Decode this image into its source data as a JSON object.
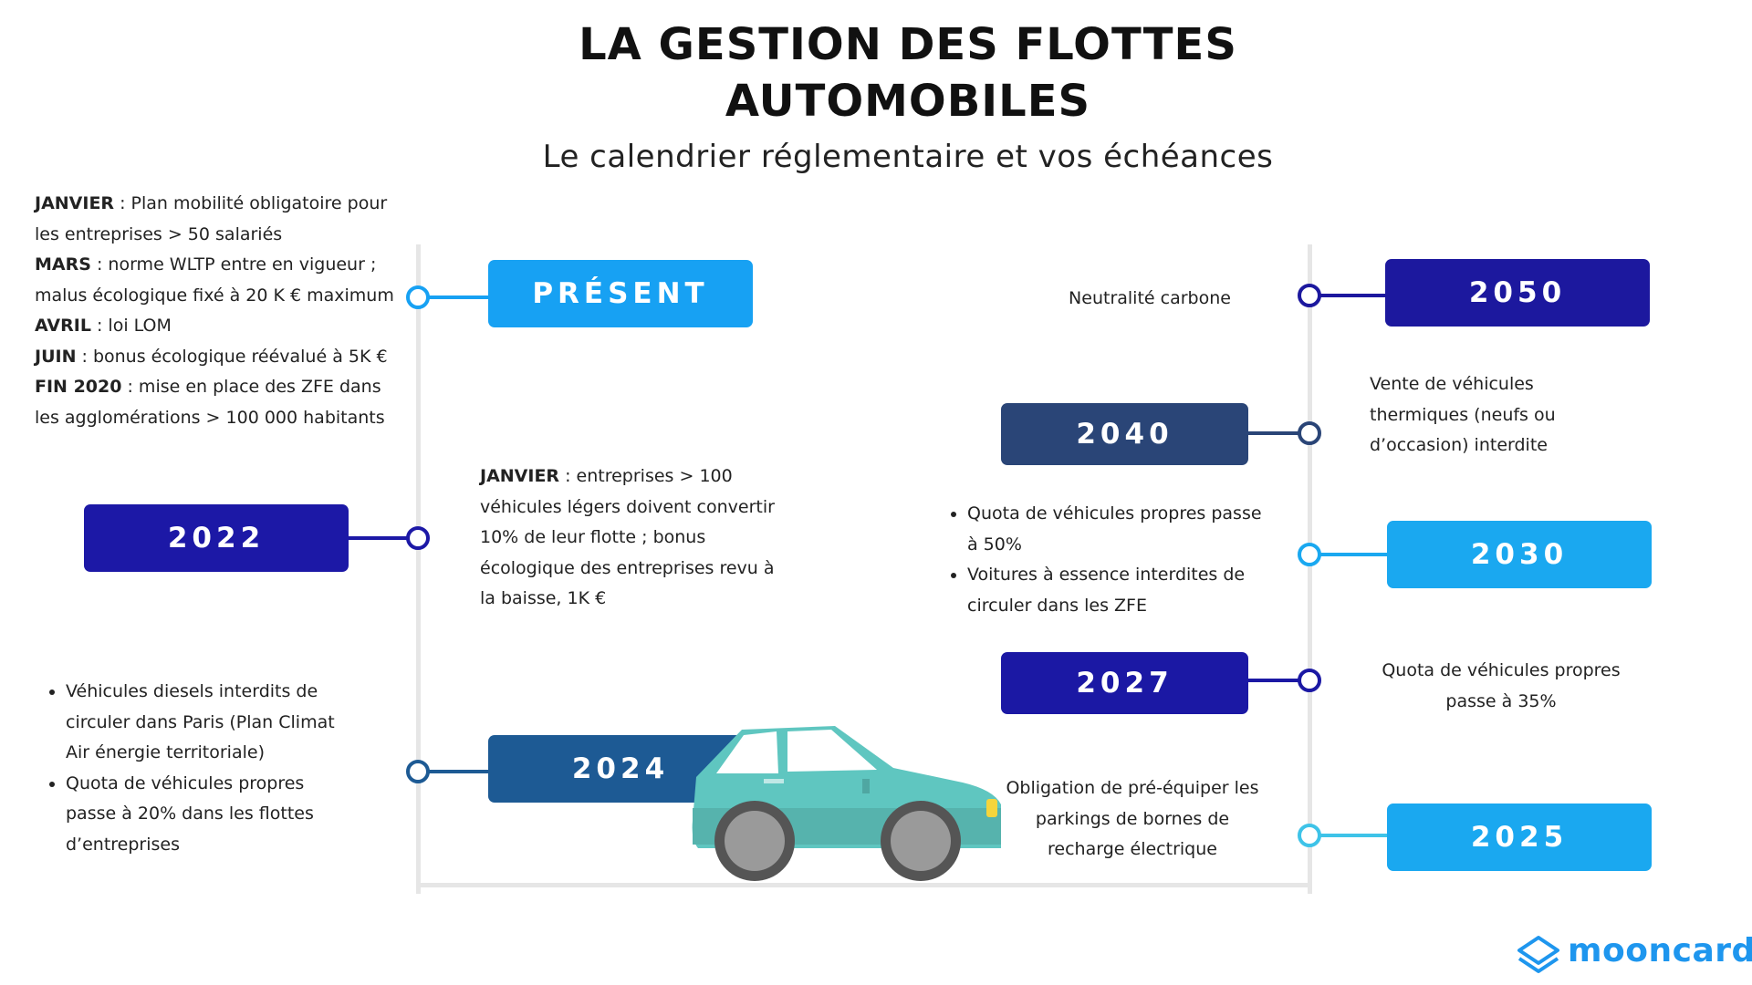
{
  "title": {
    "line1": "LA GESTION DES FLOTTES",
    "line2": "AUTOMOBILES"
  },
  "subtitle": "Le calendrier réglementaire et vos échéances",
  "colors": {
    "present": "#17a1f3",
    "y2022": "#1c18a6",
    "y2024": "#1d5a94",
    "y2025": "#1aa8f0",
    "y2027": "#1b18a4",
    "y2030": "#1aa8f0",
    "y2040": "#2a4577",
    "y2050": "#1c189e",
    "timeline": "#e6e6e6",
    "car_body": "#5fc6c0",
    "brand": "#1e96ee"
  },
  "present": {
    "label": "PRÉSENT",
    "items": [
      {
        "key": "JANVIER",
        "text": " : Plan mobilité obligatoire pour les entreprises > 50 salariés"
      },
      {
        "key": "MARS",
        "text": " : norme WLTP entre en vigueur ; malus écologique fixé à 20 K € maximum"
      },
      {
        "key": "AVRIL",
        "text": " : loi LOM"
      },
      {
        "key": "JUIN",
        "text": " : bonus écologique réévalué à 5K €"
      },
      {
        "key": "FIN 2020",
        "text": " : mise en place des ZFE dans les agglomérations > 100 000 habitants"
      }
    ]
  },
  "y2022": {
    "label": "2022",
    "key": "JANVIER",
    "text": " : entreprises > 100 véhicules légers doivent convertir 10% de leur flotte ; bonus écologique des entreprises revu à la baisse, 1K €"
  },
  "y2024": {
    "label": "2024",
    "bullets": [
      "Véhicules diesels interdits de circuler dans Paris (Plan Climat Air énergie territoriale)",
      "Quota de véhicules propres passe à 20% dans les flottes d’entreprises"
    ]
  },
  "y2025": {
    "label": "2025",
    "text": "Obligation de pré-équiper les parkings de bornes de recharge électrique"
  },
  "y2027": {
    "label": "2027",
    "text": "Quota de véhicules propres passe à 35%"
  },
  "y2030": {
    "label": "2030",
    "bullets": [
      "Quota de véhicules propres passe à 50%",
      "Voitures à essence interdites de circuler dans les ZFE"
    ]
  },
  "y2040": {
    "label": "2040",
    "text": "Vente de véhicules thermiques (neufs ou d’occasion) interdite"
  },
  "y2050": {
    "label": "2050",
    "text": "Neutralité carbone"
  },
  "brand": {
    "name": "mooncard",
    "icon": "mooncard-logo-icon"
  }
}
